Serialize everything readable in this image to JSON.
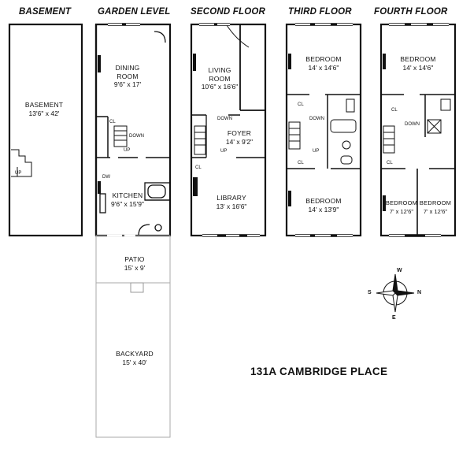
{
  "headings": {
    "basement": "BASEMENT",
    "garden": "GARDEN LEVEL",
    "second": "SECOND FLOOR",
    "third": "THIRD FLOOR",
    "fourth": "FOURTH FLOOR"
  },
  "rooms": {
    "basement": {
      "name": "BASEMENT",
      "dim": "13'6\" x 42'"
    },
    "dining": {
      "name1": "DINING",
      "name2": "ROOM",
      "dim": "9'6\" x 17'"
    },
    "kitchen": {
      "name": "KITCHEN",
      "dim": "9'6\" x 15'9\""
    },
    "patio": {
      "name": "PATIO",
      "dim": "15' x 9'"
    },
    "backyard": {
      "name": "BACKYARD",
      "dim": "15' x 40'"
    },
    "living": {
      "name1": "LIVING",
      "name2": "ROOM",
      "dim": "10'6\" x 16'6\""
    },
    "foyer": {
      "name": "FOYER",
      "dim": "14' x 9'2\""
    },
    "library": {
      "name": "LIBRARY",
      "dim": "13' x 16'6\""
    },
    "third_bedroom_top": {
      "name": "BEDROOM",
      "dim": "14' x 14'6\""
    },
    "third_bedroom_bottom": {
      "name": "BEDROOM",
      "dim": "14' x 13'9\""
    },
    "fourth_bedroom_top": {
      "name": "BEDROOM",
      "dim": "14' x 14'6\""
    },
    "fourth_bedroom_left": {
      "name": "BEDROOM",
      "dim": "7' x 12'6\""
    },
    "fourth_bedroom_right": {
      "name": "BEDROOM",
      "dim": "7' x 12'6\""
    }
  },
  "labels": {
    "up": "UP",
    "down": "DOWN",
    "closet": "CL",
    "dw": "DW"
  },
  "compass": {
    "w": "W",
    "n": "N",
    "e": "E",
    "s": "S"
  },
  "address": "131A CAMBRIDGE PLACE"
}
